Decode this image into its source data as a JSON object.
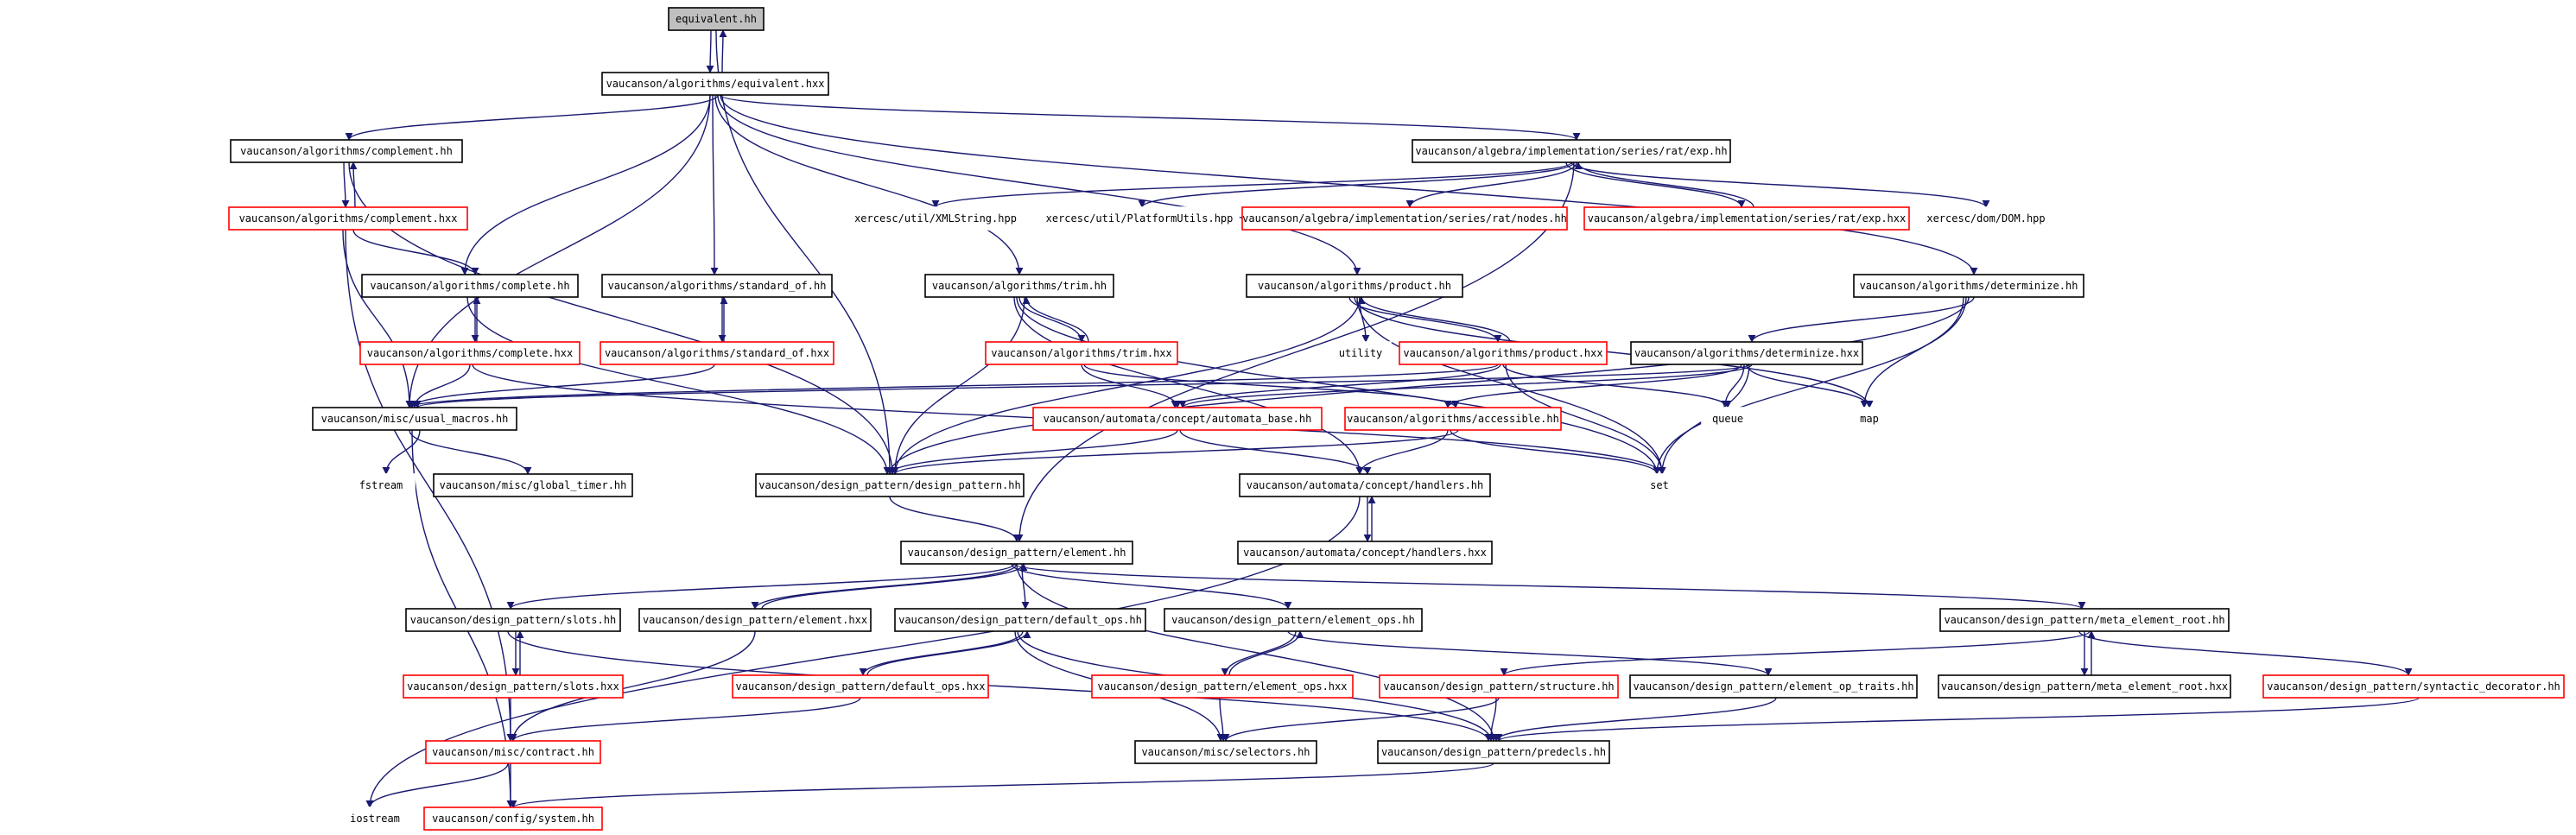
{
  "colors": {
    "edge": "#191970",
    "normal_border": "#000000",
    "truncated_border": "#ff0000",
    "root_fill": "#bfbfbf",
    "hidden_border": "#ffffff"
  },
  "nodes": [
    {
      "id": "equivalent_hh",
      "label": "equivalent.hh",
      "style": "root"
    },
    {
      "id": "alg_equivalent_hxx",
      "label": "vaucanson/algorithms/equivalent.hxx",
      "style": "normal"
    },
    {
      "id": "alg_complement_hh",
      "label": "vaucanson/algorithms/complement.hh",
      "style": "normal"
    },
    {
      "id": "rat_exp_hh",
      "label": "vaucanson/algebra/implementation/series/rat/exp.hh",
      "style": "normal"
    },
    {
      "id": "alg_complement_hxx",
      "label": "vaucanson/algorithms/complement.hxx",
      "style": "truncated"
    },
    {
      "id": "xml_string",
      "label": "xercesc/util/XMLString.hpp",
      "style": "hidden"
    },
    {
      "id": "platform_utils",
      "label": "xercesc/util/PlatformUtils.hpp",
      "style": "hidden"
    },
    {
      "id": "rat_nodes_hh",
      "label": "vaucanson/algebra/implementation/series/rat/nodes.hh",
      "style": "truncated"
    },
    {
      "id": "rat_exp_hxx",
      "label": "vaucanson/algebra/implementation/series/rat/exp.hxx",
      "style": "truncated"
    },
    {
      "id": "dom_hpp",
      "label": "xercesc/dom/DOM.hpp",
      "style": "hidden"
    },
    {
      "id": "alg_complete_hh",
      "label": "vaucanson/algorithms/complete.hh",
      "style": "normal"
    },
    {
      "id": "alg_standard_of_hh",
      "label": "vaucanson/algorithms/standard_of.hh",
      "style": "normal"
    },
    {
      "id": "alg_trim_hh",
      "label": "vaucanson/algorithms/trim.hh",
      "style": "normal"
    },
    {
      "id": "alg_product_hh",
      "label": "vaucanson/algorithms/product.hh",
      "style": "normal"
    },
    {
      "id": "alg_determinize_hh",
      "label": "vaucanson/algorithms/determinize.hh",
      "style": "normal"
    },
    {
      "id": "alg_complete_hxx",
      "label": "vaucanson/algorithms/complete.hxx",
      "style": "truncated"
    },
    {
      "id": "alg_standard_of_hxx",
      "label": "vaucanson/algorithms/standard_of.hxx",
      "style": "truncated"
    },
    {
      "id": "alg_trim_hxx",
      "label": "vaucanson/algorithms/trim.hxx",
      "style": "truncated"
    },
    {
      "id": "utility",
      "label": "utility",
      "style": "hidden"
    },
    {
      "id": "alg_product_hxx",
      "label": "vaucanson/algorithms/product.hxx",
      "style": "truncated"
    },
    {
      "id": "alg_determinize_hxx",
      "label": "vaucanson/algorithms/determinize.hxx",
      "style": "normal"
    },
    {
      "id": "usual_macros_hh",
      "label": "vaucanson/misc/usual_macros.hh",
      "style": "normal"
    },
    {
      "id": "automata_base_hh",
      "label": "vaucanson/automata/concept/automata_base.hh",
      "style": "truncated"
    },
    {
      "id": "alg_accessible_hh",
      "label": "vaucanson/algorithms/accessible.hh",
      "style": "truncated"
    },
    {
      "id": "queue",
      "label": "queue",
      "style": "hidden"
    },
    {
      "id": "map",
      "label": "map",
      "style": "hidden"
    },
    {
      "id": "fstream",
      "label": "fstream",
      "style": "hidden"
    },
    {
      "id": "global_timer_hh",
      "label": "vaucanson/misc/global_timer.hh",
      "style": "normal"
    },
    {
      "id": "design_pattern_hh",
      "label": "vaucanson/design_pattern/design_pattern.hh",
      "style": "normal"
    },
    {
      "id": "handlers_hh",
      "label": "vaucanson/automata/concept/handlers.hh",
      "style": "normal"
    },
    {
      "id": "set",
      "label": "set",
      "style": "hidden"
    },
    {
      "id": "element_hh",
      "label": "vaucanson/design_pattern/element.hh",
      "style": "normal"
    },
    {
      "id": "handlers_hxx",
      "label": "vaucanson/automata/concept/handlers.hxx",
      "style": "normal"
    },
    {
      "id": "slots_hh",
      "label": "vaucanson/design_pattern/slots.hh",
      "style": "normal"
    },
    {
      "id": "element_hxx",
      "label": "vaucanson/design_pattern/element.hxx",
      "style": "normal"
    },
    {
      "id": "default_ops_hh",
      "label": "vaucanson/design_pattern/default_ops.hh",
      "style": "normal"
    },
    {
      "id": "element_ops_hh",
      "label": "vaucanson/design_pattern/element_ops.hh",
      "style": "normal"
    },
    {
      "id": "meta_element_root_hh",
      "label": "vaucanson/design_pattern/meta_element_root.hh",
      "style": "normal"
    },
    {
      "id": "slots_hxx",
      "label": "vaucanson/design_pattern/slots.hxx",
      "style": "truncated"
    },
    {
      "id": "default_ops_hxx",
      "label": "vaucanson/design_pattern/default_ops.hxx",
      "style": "truncated"
    },
    {
      "id": "element_ops_hxx",
      "label": "vaucanson/design_pattern/element_ops.hxx",
      "style": "truncated"
    },
    {
      "id": "structure_hh",
      "label": "vaucanson/design_pattern/structure.hh",
      "style": "truncated"
    },
    {
      "id": "element_op_traits_hh",
      "label": "vaucanson/design_pattern/element_op_traits.hh",
      "style": "normal"
    },
    {
      "id": "meta_element_root_hxx",
      "label": "vaucanson/design_pattern/meta_element_root.hxx",
      "style": "normal"
    },
    {
      "id": "syntactic_decorator_hh",
      "label": "vaucanson/design_pattern/syntactic_decorator.hh",
      "style": "truncated"
    },
    {
      "id": "contract_hh",
      "label": "vaucanson/misc/contract.hh",
      "style": "truncated"
    },
    {
      "id": "selectors_hh",
      "label": "vaucanson/misc/selectors.hh",
      "style": "normal"
    },
    {
      "id": "predecls_hh",
      "label": "vaucanson/design_pattern/predecls.hh",
      "style": "normal"
    },
    {
      "id": "iostream",
      "label": "iostream",
      "style": "hidden"
    },
    {
      "id": "system_hh",
      "label": "vaucanson/config/system.hh",
      "style": "truncated"
    }
  ],
  "edges": [
    [
      "equivalent_hh",
      "alg_equivalent_hxx"
    ],
    [
      "alg_equivalent_hxx",
      "equivalent_hh"
    ],
    [
      "equivalent_hh",
      "design_pattern_hh"
    ],
    [
      "alg_equivalent_hxx",
      "alg_complement_hh"
    ],
    [
      "alg_equivalent_hxx",
      "rat_exp_hh"
    ],
    [
      "alg_equivalent_hxx",
      "alg_complete_hh"
    ],
    [
      "alg_equivalent_hxx",
      "alg_standard_of_hh"
    ],
    [
      "alg_equivalent_hxx",
      "alg_trim_hh"
    ],
    [
      "alg_equivalent_hxx",
      "alg_product_hh"
    ],
    [
      "alg_equivalent_hxx",
      "alg_determinize_hh"
    ],
    [
      "alg_equivalent_hxx",
      "usual_macros_hh"
    ],
    [
      "alg_complement_hh",
      "alg_complement_hxx"
    ],
    [
      "alg_complement_hxx",
      "alg_complement_hh"
    ],
    [
      "alg_complement_hh",
      "design_pattern_hh"
    ],
    [
      "alg_complement_hxx",
      "alg_complete_hh"
    ],
    [
      "alg_complement_hxx",
      "usual_macros_hh"
    ],
    [
      "alg_complement_hxx",
      "contract_hh"
    ],
    [
      "rat_exp_hh",
      "xml_string"
    ],
    [
      "rat_exp_hh",
      "platform_utils"
    ],
    [
      "rat_exp_hh",
      "rat_nodes_hh"
    ],
    [
      "rat_exp_hh",
      "rat_exp_hxx"
    ],
    [
      "rat_exp_hxx",
      "rat_exp_hh"
    ],
    [
      "rat_exp_hh",
      "dom_hpp"
    ],
    [
      "rat_exp_hh",
      "element_hh"
    ],
    [
      "alg_complete_hh",
      "alg_complete_hxx"
    ],
    [
      "alg_complete_hxx",
      "alg_complete_hh"
    ],
    [
      "alg_complete_hh",
      "design_pattern_hh"
    ],
    [
      "alg_complete_hxx",
      "usual_macros_hh"
    ],
    [
      "alg_complete_hxx",
      "set"
    ],
    [
      "alg_standard_of_hh",
      "alg_standard_of_hxx"
    ],
    [
      "alg_standard_of_hxx",
      "alg_standard_of_hh"
    ],
    [
      "alg_standard_of_hxx",
      "usual_macros_hh"
    ],
    [
      "alg_trim_hh",
      "alg_trim_hxx"
    ],
    [
      "alg_trim_hxx",
      "alg_trim_hh"
    ],
    [
      "alg_trim_hh",
      "design_pattern_hh"
    ],
    [
      "alg_trim_hh",
      "handlers_hh"
    ],
    [
      "alg_trim_hh",
      "set"
    ],
    [
      "alg_trim_hxx",
      "automata_base_hh"
    ],
    [
      "alg_trim_hxx",
      "alg_accessible_hh"
    ],
    [
      "alg_product_hh",
      "utility"
    ],
    [
      "alg_product_hh",
      "alg_product_hxx"
    ],
    [
      "alg_product_hxx",
      "alg_product_hh"
    ],
    [
      "alg_product_hh",
      "map"
    ],
    [
      "alg_product_hh",
      "set"
    ],
    [
      "alg_product_hh",
      "design_pattern_hh"
    ],
    [
      "alg_product_hxx",
      "usual_macros_hh"
    ],
    [
      "alg_product_hxx",
      "automata_base_hh"
    ],
    [
      "alg_product_hxx",
      "queue"
    ],
    [
      "alg_product_hxx",
      "set"
    ],
    [
      "alg_determinize_hh",
      "alg_determinize_hxx"
    ],
    [
      "alg_determinize_hh",
      "map"
    ],
    [
      "alg_determinize_hh",
      "set"
    ],
    [
      "alg_determinize_hh",
      "design_pattern_hh"
    ],
    [
      "alg_determinize_hxx",
      "usual_macros_hh"
    ],
    [
      "alg_determinize_hxx",
      "automata_base_hh"
    ],
    [
      "alg_determinize_hxx",
      "alg_accessible_hh"
    ],
    [
      "alg_determinize_hxx",
      "queue"
    ],
    [
      "alg_determinize_hxx",
      "map"
    ],
    [
      "alg_determinize_hxx",
      "set"
    ],
    [
      "alg_accessible_hh",
      "design_pattern_hh"
    ],
    [
      "alg_accessible_hh",
      "handlers_hh"
    ],
    [
      "alg_accessible_hh",
      "set"
    ],
    [
      "automata_base_hh",
      "design_pattern_hh"
    ],
    [
      "automata_base_hh",
      "handlers_hh"
    ],
    [
      "usual_macros_hh",
      "fstream"
    ],
    [
      "usual_macros_hh",
      "global_timer_hh"
    ],
    [
      "usual_macros_hh",
      "system_hh"
    ],
    [
      "design_pattern_hh",
      "element_hh"
    ],
    [
      "handlers_hh",
      "handlers_hxx"
    ],
    [
      "handlers_hxx",
      "handlers_hh"
    ],
    [
      "handlers_hh",
      "iostream"
    ],
    [
      "element_hh",
      "slots_hh"
    ],
    [
      "element_hh",
      "element_hxx"
    ],
    [
      "element_hxx",
      "element_hh"
    ],
    [
      "element_hh",
      "default_ops_hh"
    ],
    [
      "element_hh",
      "element_ops_hh"
    ],
    [
      "element_hh",
      "meta_element_root_hh"
    ],
    [
      "element_hh",
      "predecls_hh"
    ],
    [
      "slots_hh",
      "slots_hxx"
    ],
    [
      "slots_hxx",
      "slots_hh"
    ],
    [
      "slots_hh",
      "predecls_hh"
    ],
    [
      "slots_hxx",
      "contract_hh"
    ],
    [
      "element_hxx",
      "contract_hh"
    ],
    [
      "default_ops_hh",
      "default_ops_hxx"
    ],
    [
      "default_ops_hxx",
      "default_ops_hh"
    ],
    [
      "default_ops_hh",
      "selectors_hh"
    ],
    [
      "default_ops_hh",
      "predecls_hh"
    ],
    [
      "default_ops_hxx",
      "contract_hh"
    ],
    [
      "element_ops_hh",
      "element_ops_hxx"
    ],
    [
      "element_ops_hxx",
      "element_ops_hh"
    ],
    [
      "element_ops_hh",
      "element_op_traits_hh"
    ],
    [
      "element_ops_hxx",
      "selectors_hh"
    ],
    [
      "meta_element_root_hh",
      "meta_element_root_hxx"
    ],
    [
      "meta_element_root_hxx",
      "meta_element_root_hh"
    ],
    [
      "meta_element_root_hh",
      "structure_hh"
    ],
    [
      "meta_element_root_hh",
      "syntactic_decorator_hh"
    ],
    [
      "structure_hh",
      "predecls_hh"
    ],
    [
      "structure_hh",
      "selectors_hh"
    ],
    [
      "element_op_traits_hh",
      "predecls_hh"
    ],
    [
      "syntactic_decorator_hh",
      "predecls_hh"
    ],
    [
      "contract_hh",
      "iostream"
    ],
    [
      "contract_hh",
      "system_hh"
    ],
    [
      "predecls_hh",
      "system_hh"
    ]
  ]
}
